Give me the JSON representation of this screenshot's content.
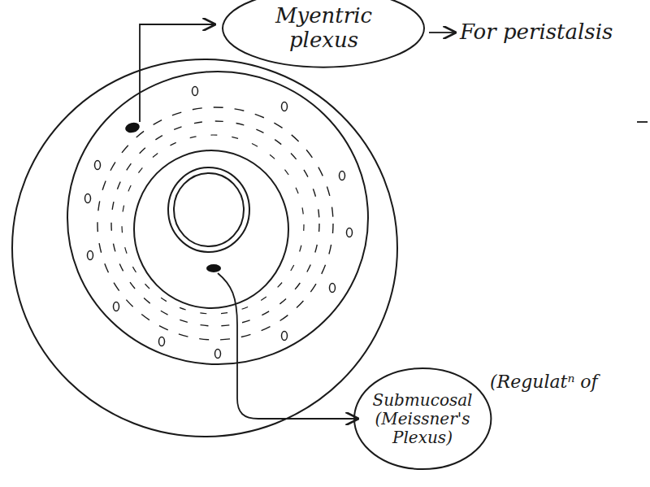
{
  "diagram": {
    "nodes": [
      {
        "text": [
          "Myentric plexus"
        ]
      },
      {
        "text": [
          "Submucosal (Meissner's Plexus)"
        ]
      }
    ],
    "labels": [
      "For peristalsis",
      "(Regulatⁿ of"
    ]
  }
}
